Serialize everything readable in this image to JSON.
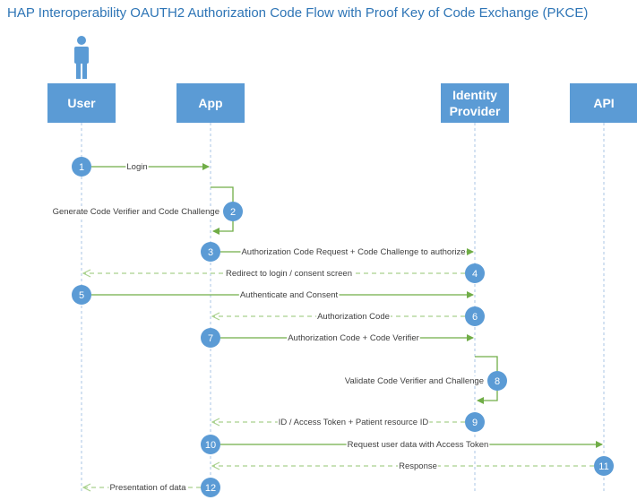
{
  "title": "HAP Interoperability OAUTH2 Authorization Code Flow with Proof Key of Code Exchange (PKCE)",
  "colors": {
    "actor_fill": "#5b9bd5",
    "solid_arrow": "#70ad47",
    "dashed_arrow": "#a9d18e",
    "title": "#2e75b6"
  },
  "actors": [
    {
      "id": "user",
      "lines": [
        "User"
      ]
    },
    {
      "id": "app",
      "lines": [
        "App"
      ]
    },
    {
      "id": "idp",
      "lines": [
        "Identity",
        "Provider"
      ]
    },
    {
      "id": "api",
      "lines": [
        "API"
      ]
    }
  ],
  "user_icon": "person-icon",
  "messages": [
    {
      "step": "1",
      "from": "user",
      "to": "app",
      "style": "solid",
      "label": "Login"
    },
    {
      "step": "2",
      "from": "app",
      "to": "app",
      "style": "solid",
      "label": "Generate Code Verifier and Code Challenge"
    },
    {
      "step": "3",
      "from": "app",
      "to": "idp",
      "style": "solid",
      "label": "Authorization Code Request + Code Challenge to authorize"
    },
    {
      "step": "4",
      "from": "idp",
      "to": "user",
      "style": "dashed",
      "label": "Redirect to login / consent screen"
    },
    {
      "step": "5",
      "from": "user",
      "to": "idp",
      "style": "solid",
      "label": "Authenticate and Consent"
    },
    {
      "step": "6",
      "from": "idp",
      "to": "app",
      "style": "dashed",
      "label": "Authorization Code"
    },
    {
      "step": "7",
      "from": "app",
      "to": "idp",
      "style": "solid",
      "label": "Authorization Code + Code Verifier"
    },
    {
      "step": "8",
      "from": "idp",
      "to": "idp",
      "style": "solid",
      "label": "Validate Code Verifier and Challenge"
    },
    {
      "step": "9",
      "from": "idp",
      "to": "app",
      "style": "dashed",
      "label": "ID / Access Token + Patient resource ID"
    },
    {
      "step": "10",
      "from": "app",
      "to": "api",
      "style": "solid",
      "label": "Request user data with Access Token"
    },
    {
      "step": "11",
      "from": "api",
      "to": "app",
      "style": "dashed",
      "label": "Response"
    },
    {
      "step": "12",
      "from": "app",
      "to": "user",
      "style": "dashed",
      "label": "Presentation of data"
    }
  ]
}
